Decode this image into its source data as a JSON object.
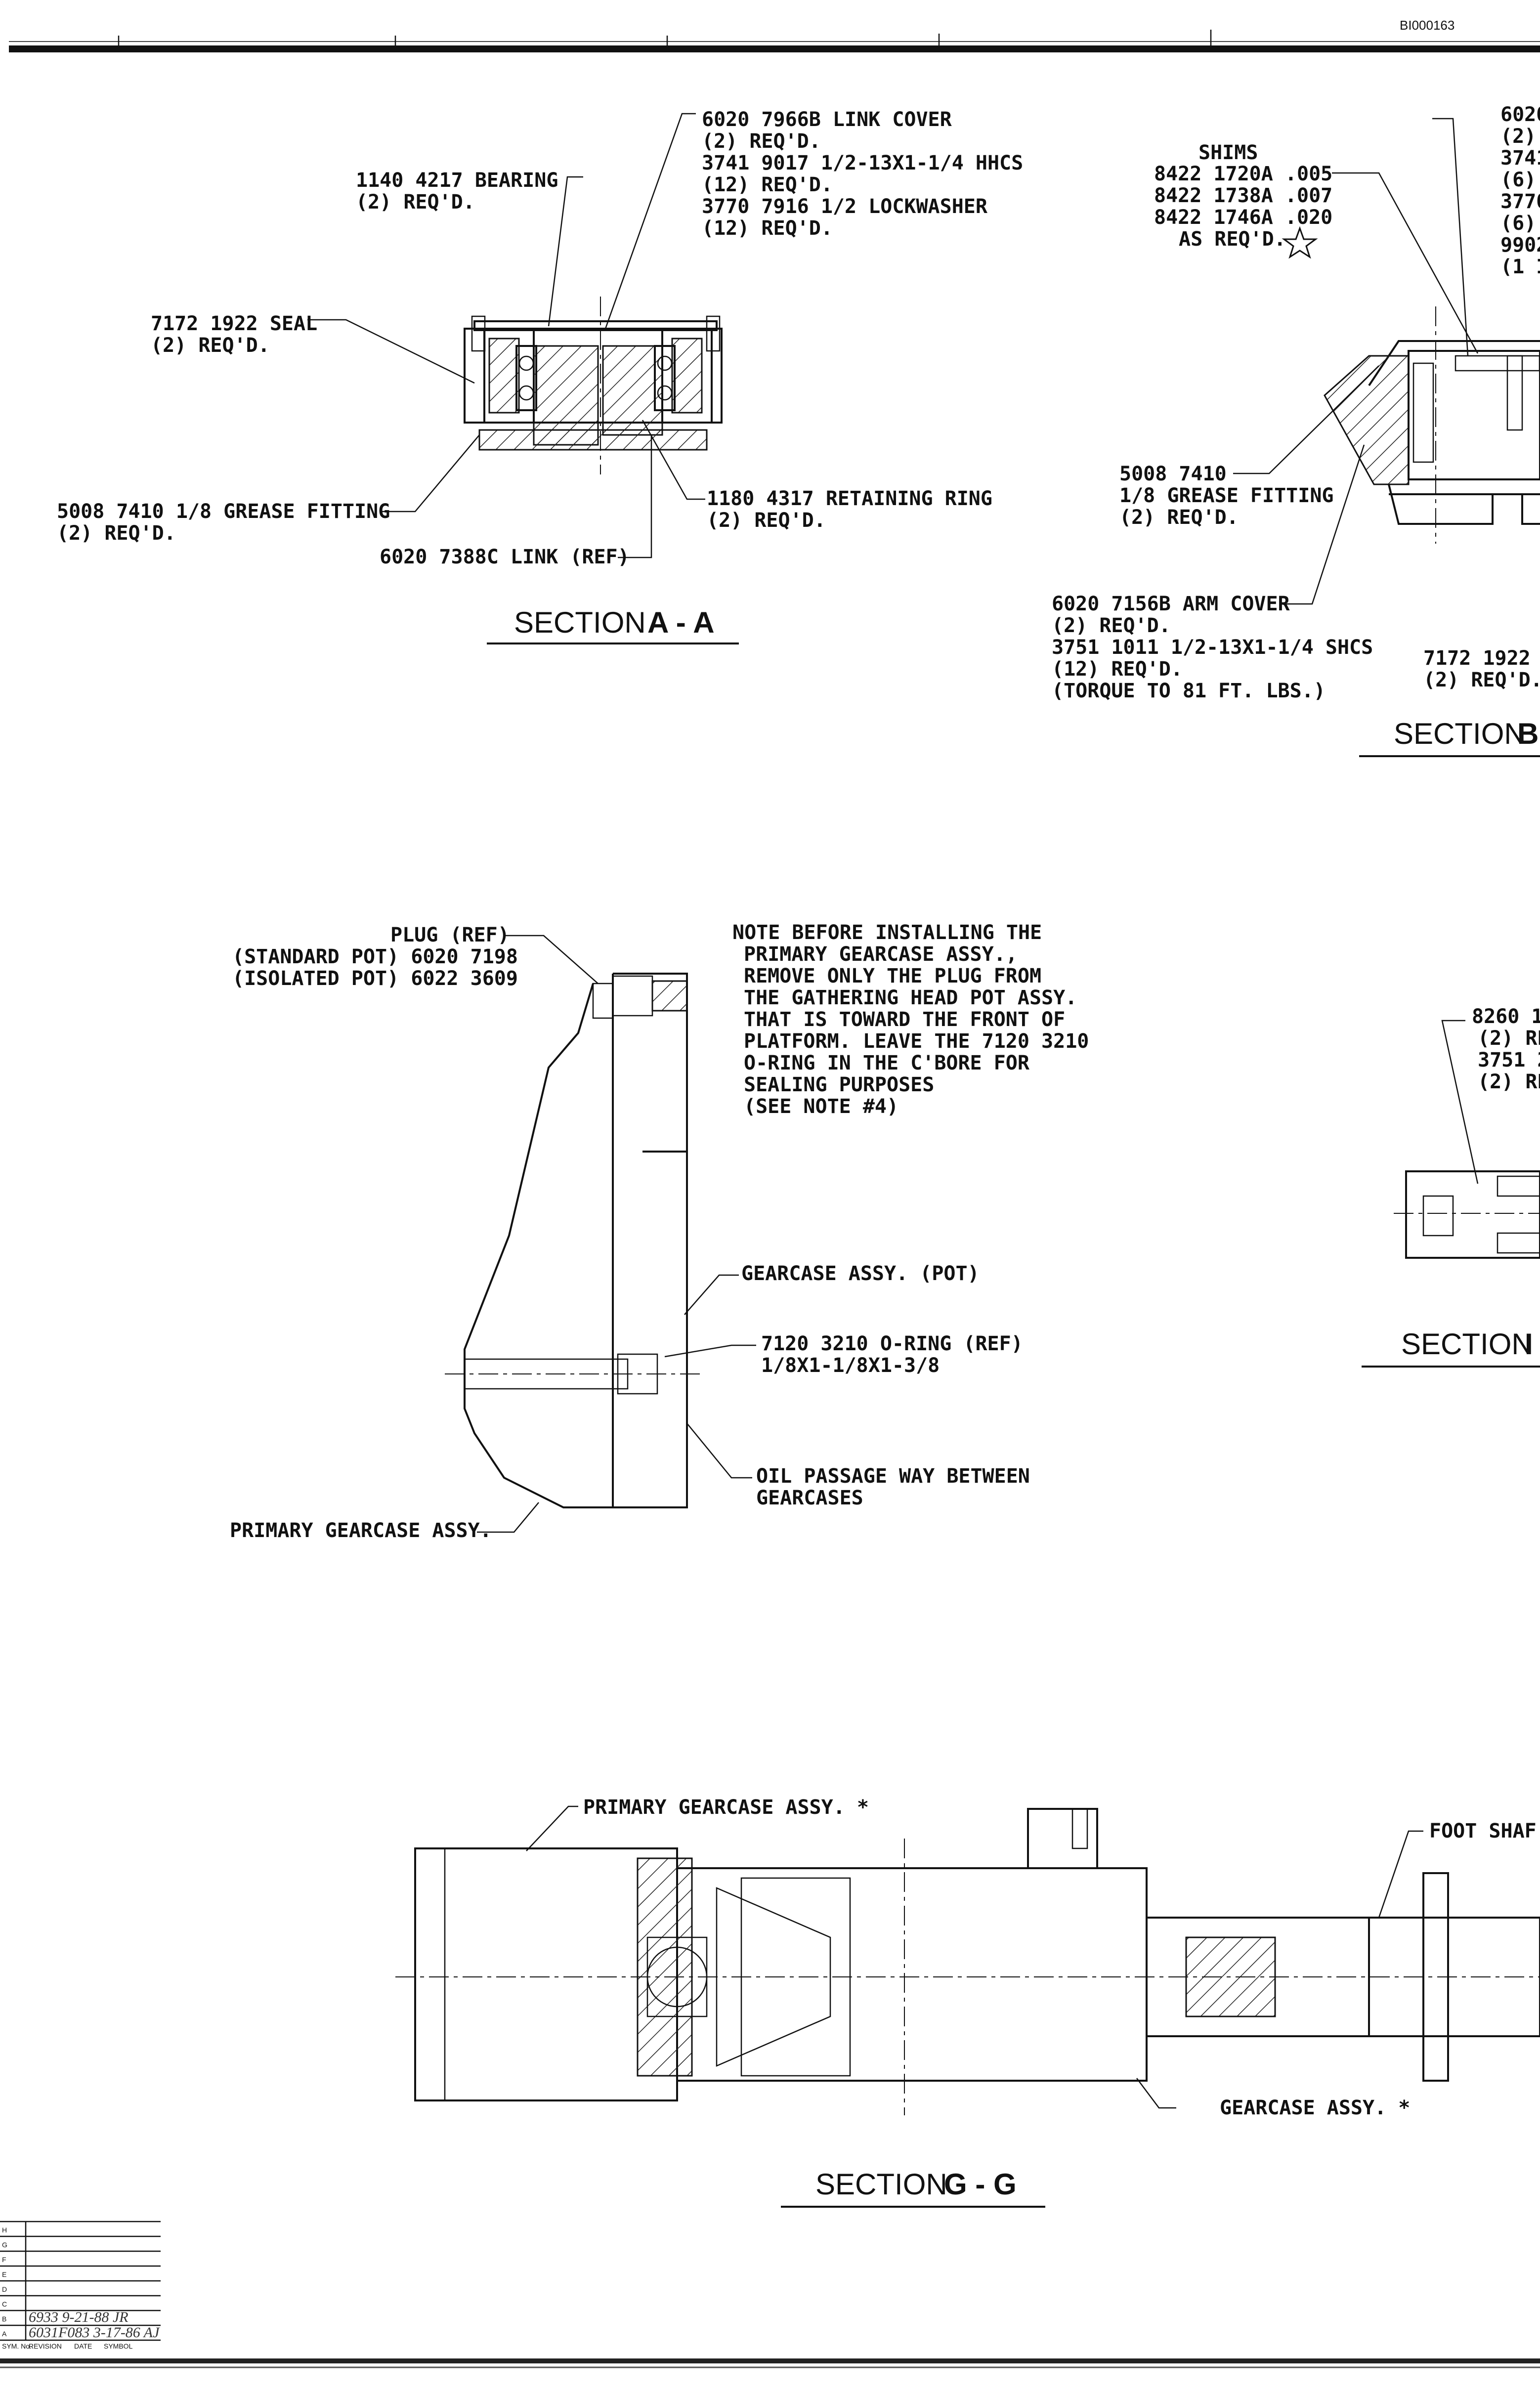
{
  "sheet": {
    "id": "BI000163",
    "footer_bar_visible": true
  },
  "section_aa": {
    "title": "SECTION",
    "letters": "A - A",
    "callouts": {
      "link_cover": [
        "6020 7966B LINK COVER",
        "(2) REQ'D.",
        "3741 9017 1/2-13X1-1/4 HHCS",
        "(12) REQ'D.",
        "3770 7916 1/2 LOCKWASHER",
        "(12) REQ'D."
      ],
      "bearing": [
        "1140 4217 BEARING",
        "(2) REQ'D."
      ],
      "seal": [
        "7172 1922 SEAL",
        "(2) REQ'D."
      ],
      "grease": [
        "5008 7410 1/8 GREASE FITTING",
        "(2) REQ'D."
      ],
      "retaining_ring": [
        "1180 4317 RETAINING RING",
        "(2) REQ'D."
      ],
      "link": [
        "6020 7388C LINK (REF)"
      ]
    }
  },
  "section_bb": {
    "title": "SECTION",
    "letters": "B",
    "callouts": {
      "shims": [
        "SHIMS",
        "8422 1720A .005",
        "8422 1738A .007",
        "8422 1746A .020",
        "AS REQ'D."
      ],
      "top_right": [
        "6020",
        "(2)",
        "3741",
        "(6)",
        "3770",
        "(6)",
        "9902",
        "(1 I"
      ],
      "grease": [
        "5008 7410",
        "1/8 GREASE FITTING",
        "(2) REQ'D."
      ],
      "arm_cover": [
        "6020 7156B ARM COVER",
        "(2) REQ'D.",
        "3751 1011 1/2-13X1-1/4 SHCS",
        "(12) REQ'D.",
        "(TORQUE TO 81 FT. LBS.)"
      ],
      "seal": [
        "7172 1922 S",
        "(2) REQ'D."
      ]
    }
  },
  "middle": {
    "plug": [
      "PLUG (REF)",
      "(STANDARD POT) 6020 7198",
      "(ISOLATED POT) 6022 3609"
    ],
    "note": [
      "NOTE  BEFORE INSTALLING THE",
      "PRIMARY GEARCASE ASSY.,",
      "REMOVE ONLY THE PLUG FROM",
      "THE GATHERING HEAD POT ASSY.",
      "THAT IS TOWARD THE FRONT OF",
      "PLATFORM. LEAVE THE 7120 3210",
      "O-RING IN THE C'BORE FOR",
      "SEALING PURPOSES",
      "(SEE NOTE #4)"
    ],
    "gearcase_pot": [
      "GEARCASE ASSY. (POT)"
    ],
    "oring": [
      "7120 3210 O-RING (REF)",
      "1/8X1-1/8X1-3/8"
    ],
    "oil": [
      "OIL PASSAGE WAY BETWEEN",
      "GEARCASES"
    ],
    "primary": [
      "PRIMARY GEARCASE ASSY."
    ]
  },
  "section_right_mid": {
    "title": "SECTION",
    "letters": "I",
    "callout": [
      "8260 1",
      "(2) RE",
      "3751 2",
      "(2) RE"
    ]
  },
  "section_gg": {
    "title": "SECTION",
    "letters": "G - G",
    "primary": [
      "PRIMARY GEARCASE ASSY. *"
    ],
    "gearcase": [
      "GEARCASE ASSY. *"
    ],
    "foot_shaft": [
      "FOOT SHAF"
    ]
  },
  "revision_block": {
    "rows": [
      "H",
      "G",
      "F",
      "E",
      "D",
      "C",
      "B",
      "A"
    ],
    "entries": [
      "6933 9-21-88 JR",
      "6031F083 3-17-86 AJ"
    ],
    "footer": [
      "SYM. No.",
      "REVISION",
      "DATE",
      "SYMBOL"
    ]
  }
}
